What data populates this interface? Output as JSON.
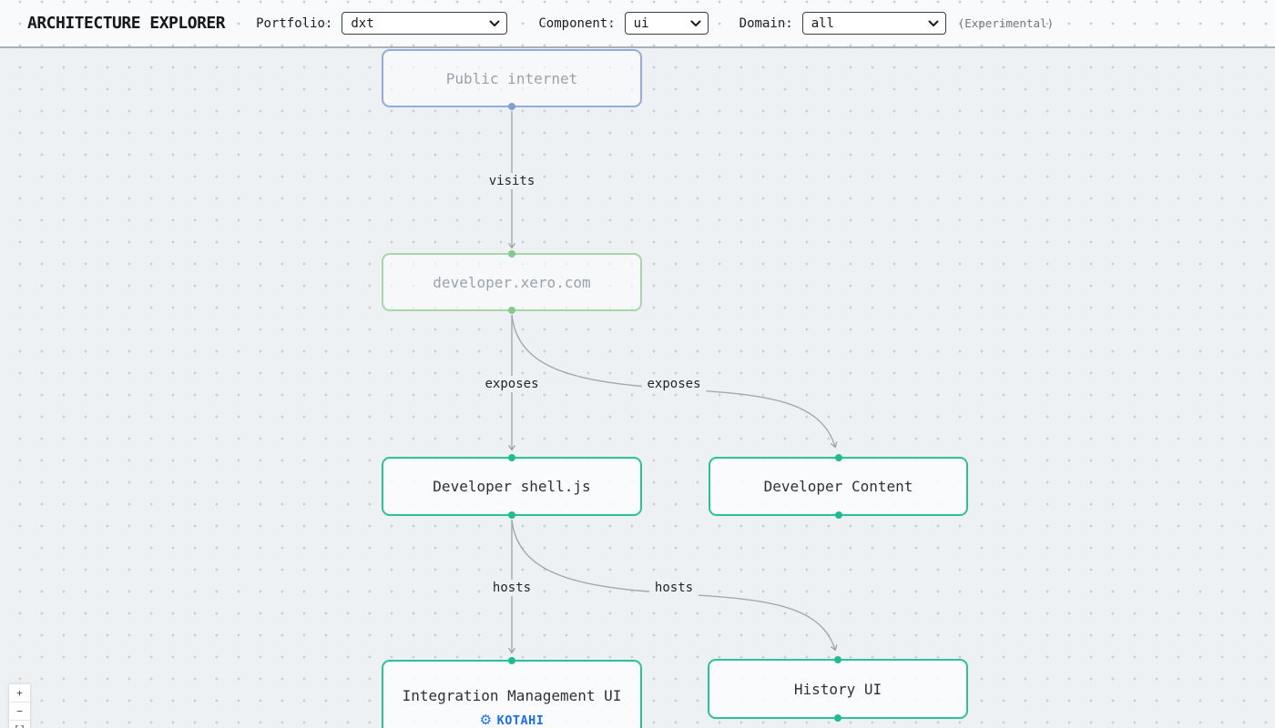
{
  "header": {
    "title": "ARCHITECTURE EXPLORER",
    "experimental_note": "(Experimental)",
    "filters": [
      {
        "id": "portfolio",
        "label": "Portfolio:",
        "value": "dxt"
      },
      {
        "id": "component",
        "label": "Component:",
        "value": "ui"
      },
      {
        "id": "domain",
        "label": "Domain:",
        "value": "all"
      }
    ]
  },
  "diagram": {
    "nodes": [
      {
        "id": "public-internet",
        "label": "Public internet",
        "state": "faded",
        "accent": "#93abdb"
      },
      {
        "id": "developer-xero-com",
        "label": "developer.xero.com",
        "state": "faded",
        "accent": "#a7d6a9"
      },
      {
        "id": "developer-shell-js",
        "label": "Developer shell.js",
        "state": "active",
        "accent": "#2cc19b"
      },
      {
        "id": "developer-content",
        "label": "Developer Content",
        "state": "active",
        "accent": "#2cc19b"
      },
      {
        "id": "integration-management-ui",
        "label": "Integration Management UI",
        "state": "active",
        "accent": "#2cc19b",
        "badge": "KOTAHI"
      },
      {
        "id": "history-ui",
        "label": "History UI",
        "state": "active",
        "accent": "#2cc19b"
      }
    ],
    "edges": [
      {
        "from": "public-internet",
        "to": "developer-xero-com",
        "label": "visits"
      },
      {
        "from": "developer-xero-com",
        "to": "developer-shell-js",
        "label": "exposes"
      },
      {
        "from": "developer-xero-com",
        "to": "developer-content",
        "label": "exposes"
      },
      {
        "from": "developer-shell-js",
        "to": "integration-management-ui",
        "label": "hosts"
      },
      {
        "from": "developer-shell-js",
        "to": "history-ui",
        "label": "hosts"
      }
    ]
  },
  "controls": {
    "zoom_in_label": "+",
    "zoom_out_label": "−",
    "fit_view_label": "[]"
  },
  "icons": {
    "kotahi_gear": "⚙"
  },
  "colors": {
    "accent_blue": "#93abdb",
    "accent_green": "#a7d6a9",
    "accent_teal": "#2cc19b",
    "badge_blue": "#1c6ef2",
    "edge_gray": "#a3a9af",
    "canvas_bg": "#edf1f4"
  }
}
